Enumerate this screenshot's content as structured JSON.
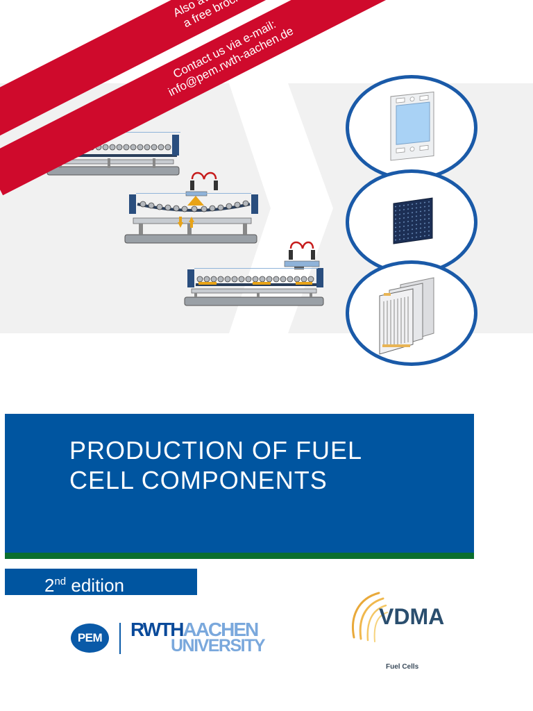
{
  "banners": {
    "line1a": "Also available as",
    "line1b": "a free brochure",
    "line2a": "Contact us via e-mail:",
    "line2b": "info@pem.rwth-aachen.de"
  },
  "title": {
    "line1": "PRODUCTION OF FUEL",
    "line2": "CELL COMPONENTS"
  },
  "edition": {
    "number": "2",
    "suffix": "nd",
    "word": "edition"
  },
  "logos": {
    "pem": "PEM",
    "rwth_a": "RWTH",
    "rwth_b": "AACHEN",
    "rwth_c": "UNIVERSITY",
    "vdma": "VDMA",
    "vdma_sub": "Fuel Cells"
  },
  "colors": {
    "title_blue": "#0055a0",
    "banner_red": "#cf0a2c",
    "stripe_green": "#0a6e2e",
    "ring_blue": "#1a5aa8"
  }
}
